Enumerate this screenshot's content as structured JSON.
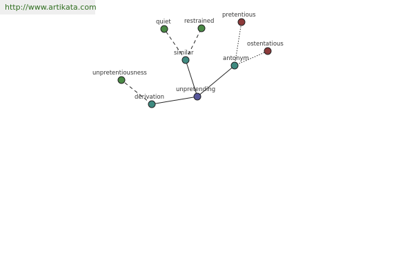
{
  "header": {
    "url": "http://www.artikata.com"
  },
  "colors": {
    "root": "#555599",
    "relation": "#3f8a80",
    "similar_word": "#4a8a46",
    "antonym_word": "#8c3a3a",
    "derived_word": "#4a8a46",
    "edge": "#222222"
  },
  "graph": {
    "nodes": [
      {
        "id": "unpretending",
        "label": "unpretending",
        "kind": "root"
      },
      {
        "id": "similar",
        "label": "similar",
        "kind": "relation"
      },
      {
        "id": "antonym",
        "label": "antonym",
        "kind": "relation"
      },
      {
        "id": "derivation",
        "label": "derivation",
        "kind": "relation"
      },
      {
        "id": "quiet",
        "label": "quiet",
        "kind": "similar_word"
      },
      {
        "id": "restrained",
        "label": "restrained",
        "kind": "similar_word"
      },
      {
        "id": "pretentious",
        "label": "pretentious",
        "kind": "antonym_word"
      },
      {
        "id": "ostentatious",
        "label": "ostentatious",
        "kind": "antonym_word"
      },
      {
        "id": "unpretentiousness",
        "label": "unpretentiousness",
        "kind": "derived_word"
      }
    ],
    "edges": [
      {
        "from": "unpretending",
        "to": "similar",
        "style": "solid"
      },
      {
        "from": "unpretending",
        "to": "antonym",
        "style": "solid"
      },
      {
        "from": "unpretending",
        "to": "derivation",
        "style": "solid"
      },
      {
        "from": "similar",
        "to": "quiet",
        "style": "dashed"
      },
      {
        "from": "similar",
        "to": "restrained",
        "style": "dashed"
      },
      {
        "from": "antonym",
        "to": "pretentious",
        "style": "dotted"
      },
      {
        "from": "antonym",
        "to": "ostentatious",
        "style": "dotted"
      },
      {
        "from": "derivation",
        "to": "unpretentiousness",
        "style": "dashed"
      }
    ]
  }
}
